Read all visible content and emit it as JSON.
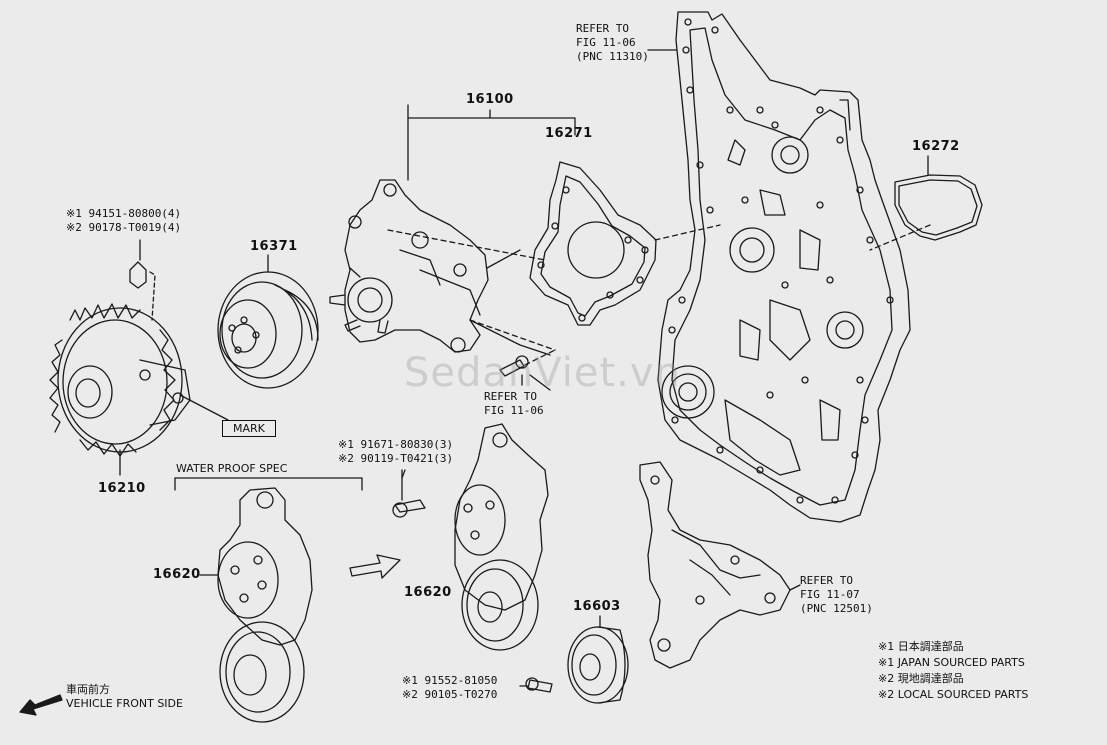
{
  "parts": {
    "p16100": "16100",
    "p16271": "16271",
    "p16272": "16272",
    "p16371": "16371",
    "p16210": "16210",
    "p16620a": "16620",
    "p16620b": "16620",
    "p16603": "16603"
  },
  "refs": {
    "top_line1": "REFER TO",
    "top_line2": "FIG 11-06",
    "top_line3": "(PNC 11310)",
    "mid_line1": "REFER TO",
    "mid_line2": "FIG 11-06",
    "right_line1": "REFER TO",
    "right_line2": "FIG 11-07",
    "right_line3": "(PNC 12501)"
  },
  "notes": {
    "fan_line1": "※1 94151-80800(4)",
    "fan_line2": "※2 90178-T0019(4)",
    "bolt_line1": "※1 91671-80830(3)",
    "bolt_line2": "※2 90119-T0421(3)",
    "idler_line1": "※1 91552-81050",
    "idler_line2": "※2 90105-T0270"
  },
  "mark_label": "MARK",
  "water_proof_label": "WATER PROOF SPEC",
  "legend": {
    "l1": "※1 日本調達部品",
    "l2": "※1 JAPAN SOURCED PARTS",
    "l3": "※2 現地調達部品",
    "l4": "※2 LOCAL SOURCED PARTS"
  },
  "front": {
    "jp": "車両前方",
    "en": "VEHICLE FRONT SIDE"
  },
  "watermark": "SedanViet.vn",
  "colors": {
    "line": "#1a1a1a",
    "background": "#ebebeb"
  }
}
